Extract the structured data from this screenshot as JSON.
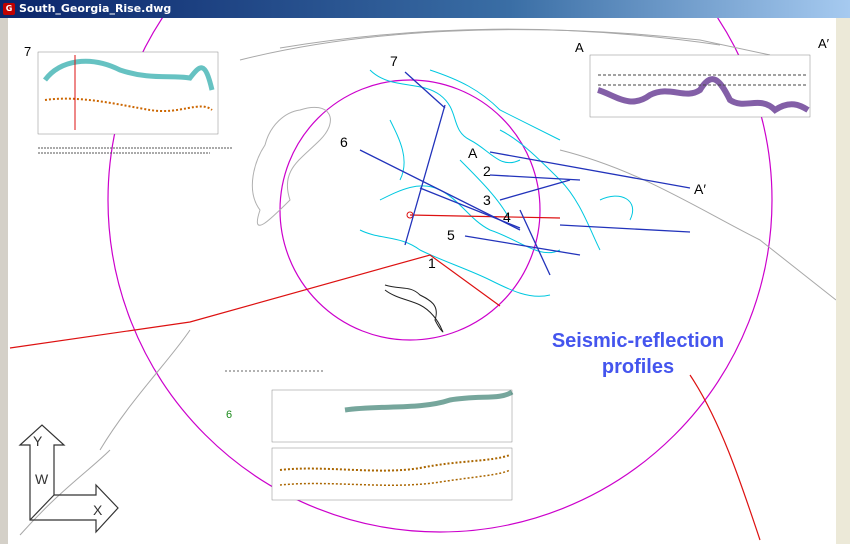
{
  "window": {
    "title": "South_Georgia_Rise.dwg",
    "icon": "autocad-app-icon"
  },
  "profile_labels": {
    "p7": "7",
    "p6": "6",
    "pA": "A",
    "p2": "2",
    "p3": "3",
    "p4": "4",
    "p5": "5",
    "pAprime": "A′",
    "p1": "1"
  },
  "inset_top_right": {
    "left_label": "A",
    "right_label": "A′"
  },
  "inset_top_left": {
    "label": "7"
  },
  "inset_bottom": {
    "label": "6"
  },
  "annotation": {
    "line1": "Seismic-reflection",
    "line2": "profiles"
  },
  "ucs_icon": {
    "y": "Y",
    "w": "W",
    "x": "X"
  },
  "colors": {
    "circle": "#cc00cc",
    "coastline": "#00c8e0",
    "profiles": "#2233bb",
    "red_line": "#dd1111",
    "gray_lines": "#a0a0a0"
  }
}
